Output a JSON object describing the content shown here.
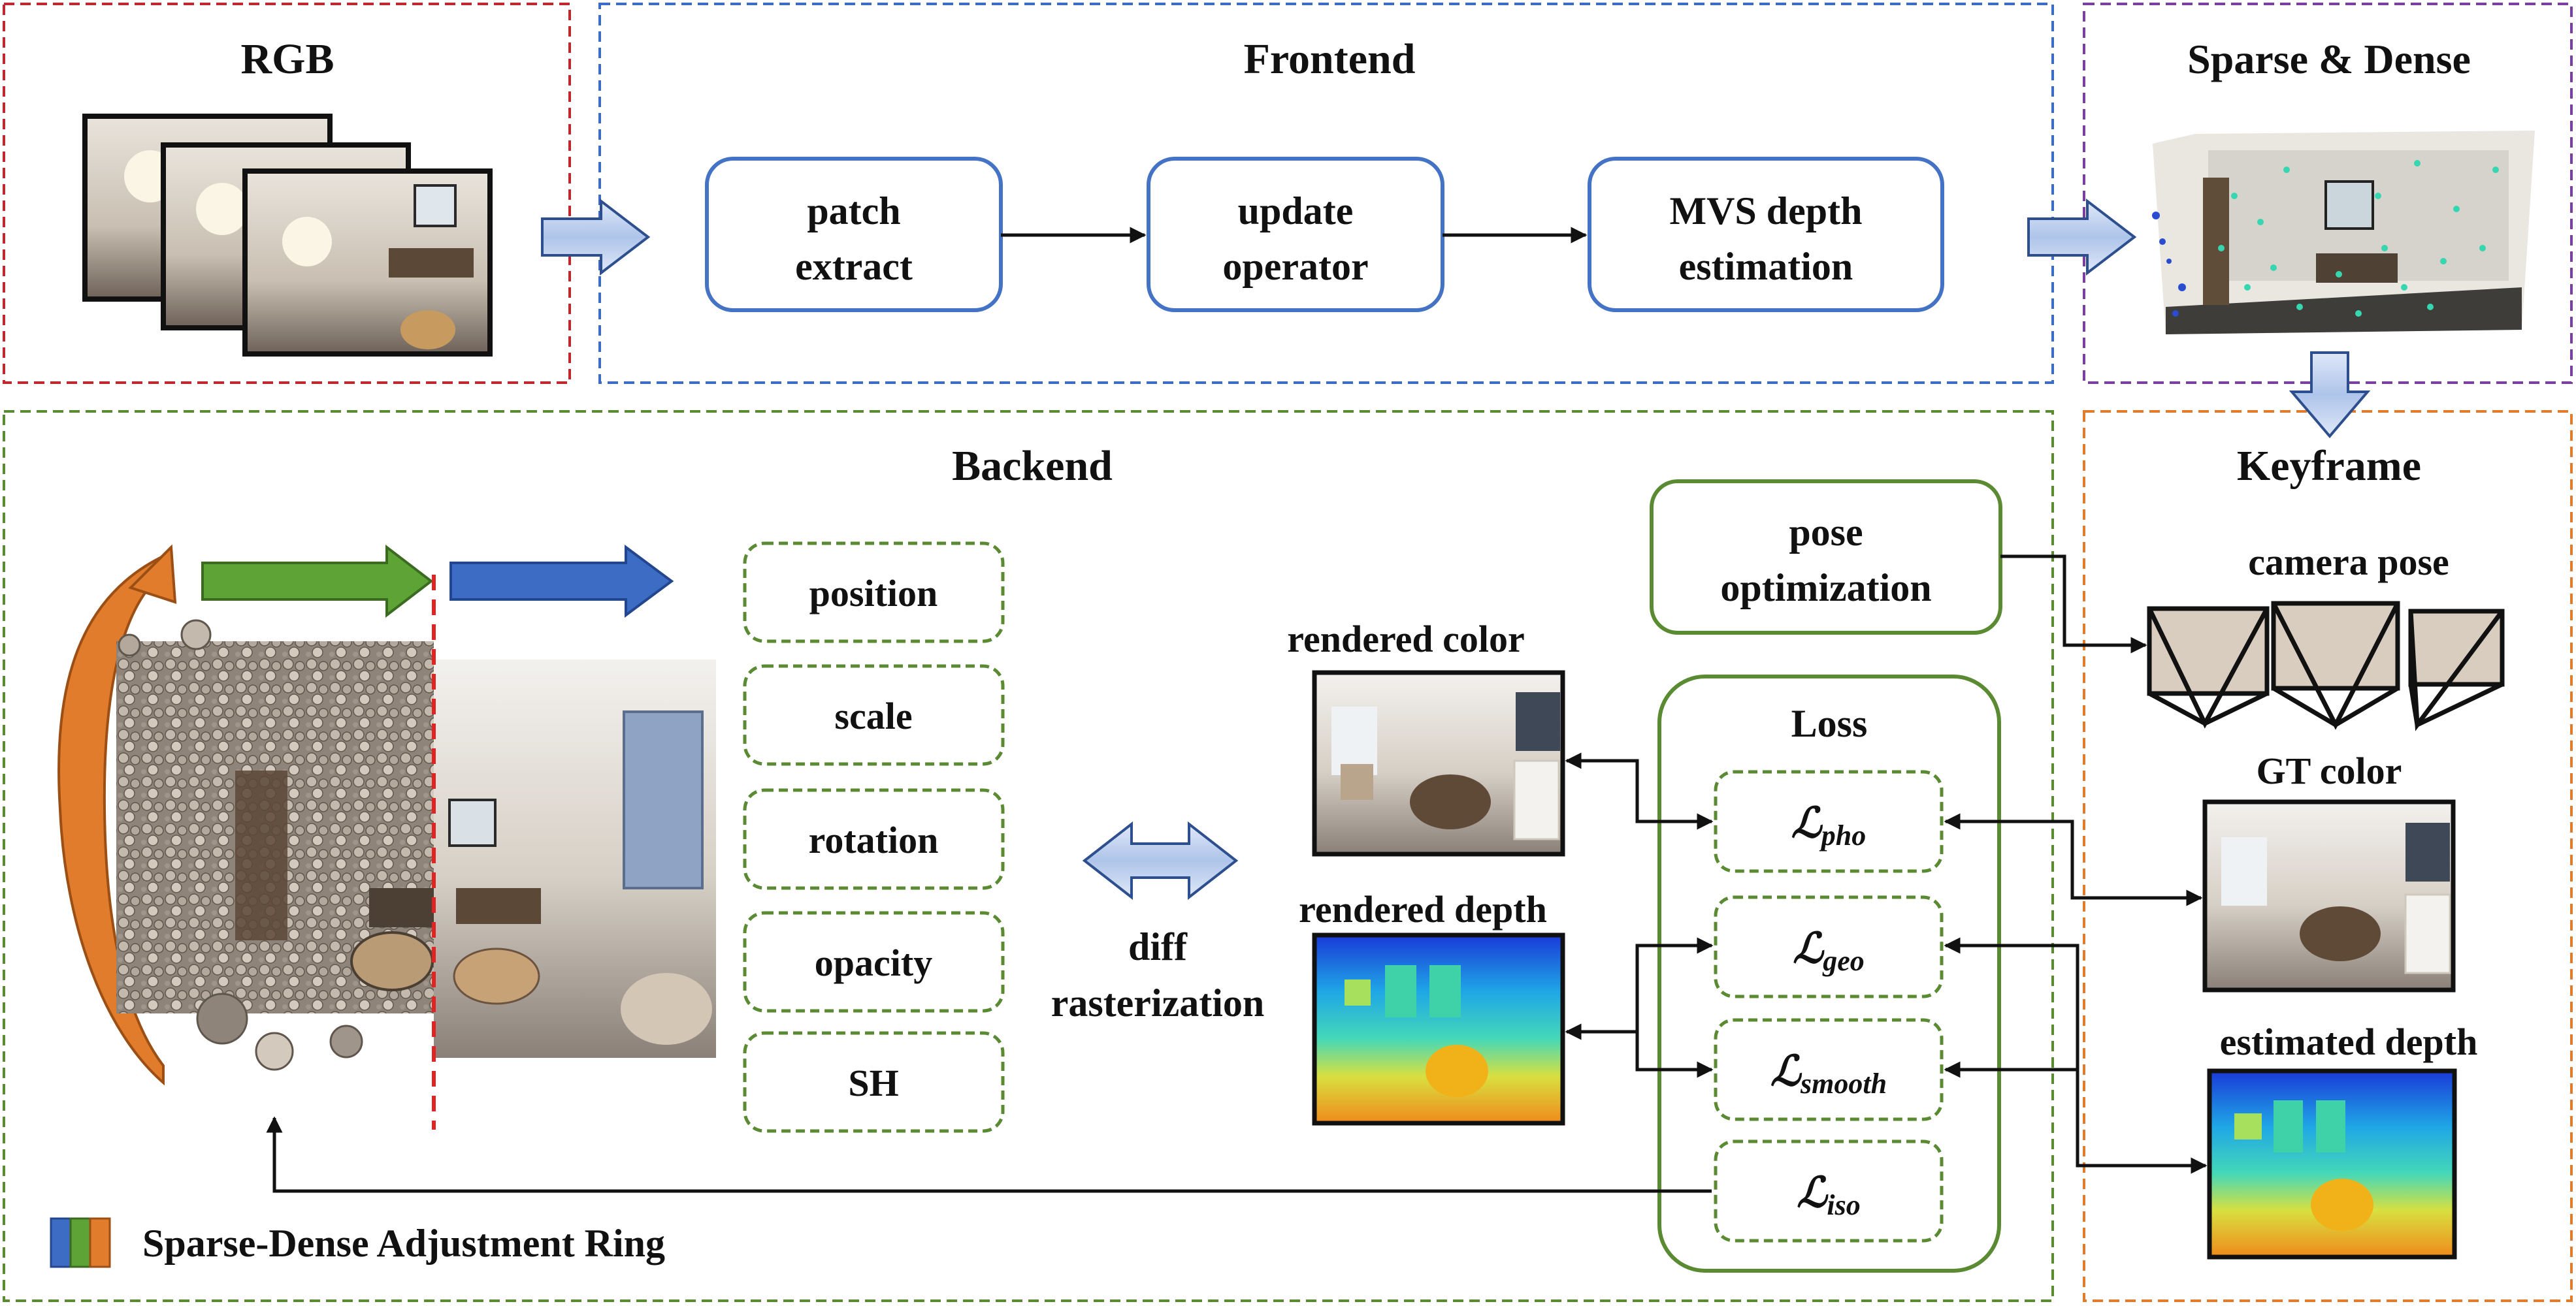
{
  "sections": {
    "rgb": "RGB",
    "frontend": "Frontend",
    "sparse_dense": "Sparse & Dense",
    "backend": "Backend",
    "keyframe": "Keyframe"
  },
  "frontend": {
    "patch_extract": [
      "patch",
      "extract"
    ],
    "update_operator": [
      "update",
      "operator"
    ],
    "mvs_depth": [
      "MVS depth",
      "estimation"
    ]
  },
  "gaussian_attributes": [
    "position",
    "scale",
    "rotation",
    "opacity",
    "SH"
  ],
  "diff_rasterization": [
    "diff",
    "rasterization"
  ],
  "rendered_color": "rendered color",
  "rendered_depth": "rendered depth",
  "pose_optimization": [
    "pose",
    "optimization"
  ],
  "loss": {
    "title": "Loss",
    "terms": [
      {
        "symbol": "ℒ",
        "sub": "pho"
      },
      {
        "symbol": "ℒ",
        "sub": "geo"
      },
      {
        "symbol": "ℒ",
        "sub": "smooth"
      },
      {
        "symbol": "ℒ",
        "sub": "iso"
      }
    ]
  },
  "keyframe": {
    "camera_pose": "camera pose",
    "gt_color": "GT color",
    "estimated_depth": "estimated depth"
  },
  "legend": {
    "label": "Sparse-Dense Adjustment Ring",
    "colors": [
      "#3d6cc4",
      "#5da335",
      "#e07c2c"
    ]
  },
  "colors": {
    "rgb_border": "#c0282d",
    "frontend_border": "#3d6cc4",
    "sparse_border": "#7b3fa0",
    "backend_border": "#5a8a32",
    "keyframe_border": "#e07c2c",
    "node_blue": "#4472c4",
    "node_green": "#5a8a32",
    "block_arrow": "#b9cdf0"
  }
}
